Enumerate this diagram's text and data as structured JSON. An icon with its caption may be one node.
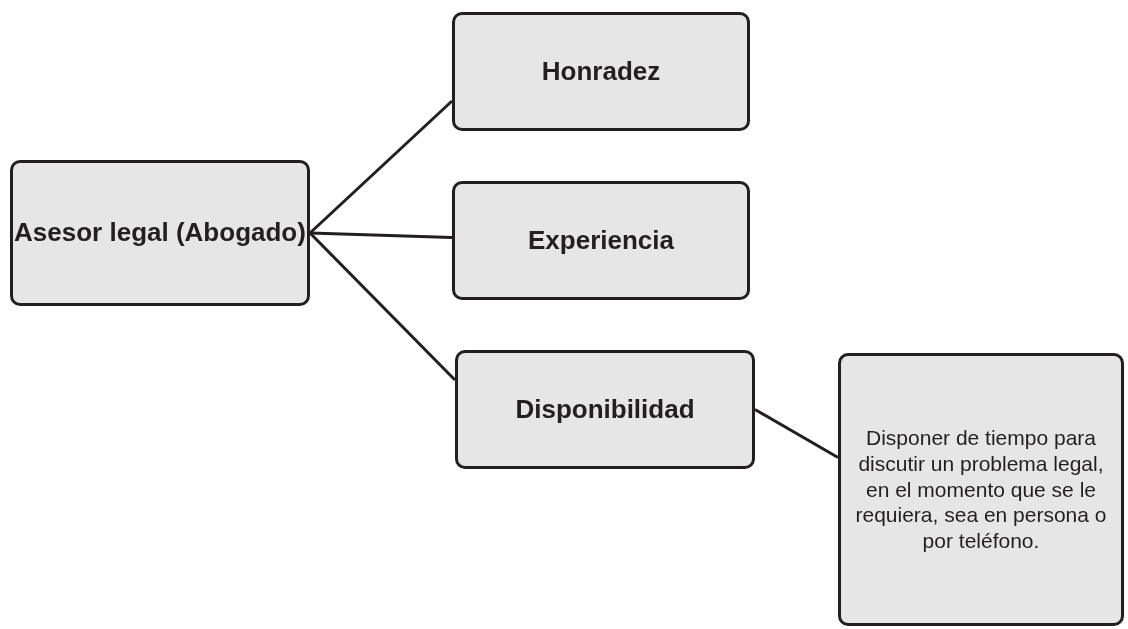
{
  "diagram": {
    "nodes": [
      {
        "text": [
          "Asesor legal (Abogado)"
        ]
      },
      {
        "text": [
          "Honradez"
        ]
      },
      {
        "text": [
          "Experiencia"
        ]
      },
      {
        "text": [
          "Disponibilidad"
        ]
      },
      {
        "text": [
          "Disponer de tiempo para discutir un problema legal, en el momento que se le requiera, sea en persona o por teléfono."
        ]
      }
    ],
    "edges": [
      {
        "from": 0,
        "to": 1,
        "arrow": "none"
      },
      {
        "from": 0,
        "to": 2,
        "arrow": "none"
      },
      {
        "from": 0,
        "to": 3,
        "arrow": "none"
      },
      {
        "from": 3,
        "to": 4,
        "arrow": "none"
      }
    ]
  }
}
